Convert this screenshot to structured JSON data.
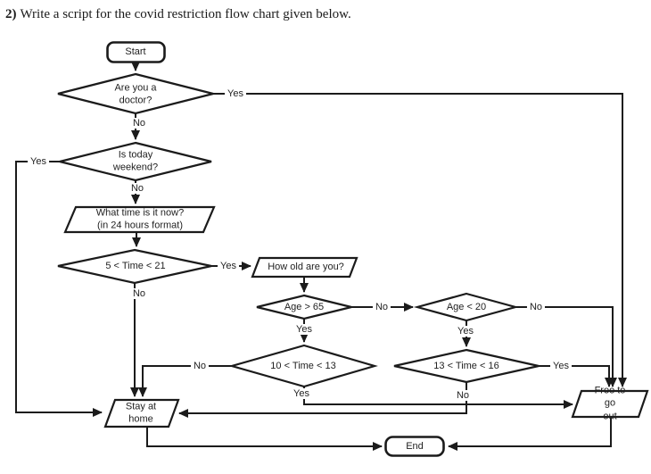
{
  "title": {
    "prefix": "2)",
    "text": "Write a script for the covid restriction flow chart given below."
  },
  "flowchart": {
    "nodes": {
      "start": "Start",
      "doctor": "Are you a\ndoctor?",
      "weekend": "Is today\nweekend?",
      "time_now": "What time is it now?\n(in 24 hours format)",
      "time_5_21": "5 < Time < 21",
      "how_old": "How old are you?",
      "age_65": "Age > 65",
      "age_20": "Age < 20",
      "time_10_13": "10 < Time < 13",
      "time_13_16": "13 < Time < 16",
      "stay_home": "Stay at\nhome",
      "free_out": "Free to go\nout",
      "end": "End"
    },
    "edge_labels": {
      "doctor_yes": "Yes",
      "doctor_no": "No",
      "weekend_yes": "Yes",
      "weekend_no": "No",
      "time_5_21_yes": "Yes",
      "time_5_21_no": "No",
      "age_65_no": "No",
      "age_65_yes": "Yes",
      "age_20_no": "No",
      "age_20_yes": "Yes",
      "time_10_13_no": "No",
      "time_10_13_yes": "Yes",
      "time_13_16_yes": "Yes",
      "time_13_16_no": "No"
    }
  },
  "colors": {
    "stroke": "#1b1b1b",
    "background": "#ffffff",
    "text": "#1f1f1f"
  }
}
